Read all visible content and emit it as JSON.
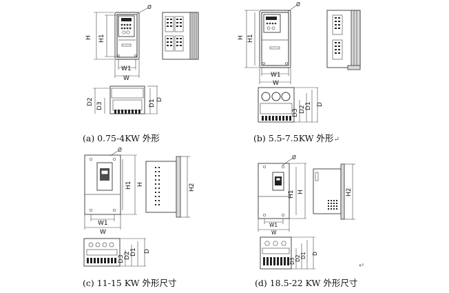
{
  "panels": [
    {
      "caption": "(a) 0.75-4KW 外形",
      "labels": {
        "H": "H",
        "H1": "H1",
        "W": "W",
        "W1": "W1",
        "D": "D",
        "D1": "D1",
        "D2": "D2",
        "D3": "D3",
        "phi": "Ø"
      }
    },
    {
      "caption": "(b) 5.5-7.5KW 外形",
      "labels": {
        "H": "H",
        "H1": "H1",
        "W": "W",
        "W1": "W1",
        "D": "D",
        "D1": "D1",
        "D2": "D2",
        "D3": "D3",
        "phi": "Ø"
      }
    },
    {
      "caption": "(c) 11-15 KW 外形尺寸",
      "labels": {
        "H": "H",
        "H1": "H1",
        "H2": "H2",
        "W": "W",
        "W1": "W1",
        "D": "D",
        "D1": "D1",
        "D2": "D2",
        "D3": "D3",
        "phi": "Ø"
      }
    },
    {
      "caption": "(d) 18.5-22 KW 外形尺寸",
      "labels": {
        "H": "H",
        "H1": "H1",
        "H2": "H2",
        "W": "W",
        "W1": "W1",
        "D": "D",
        "D1": "D1",
        "D2": "D2",
        "D3": "D3",
        "phi": "Ø"
      }
    }
  ],
  "return_mark": "↵"
}
